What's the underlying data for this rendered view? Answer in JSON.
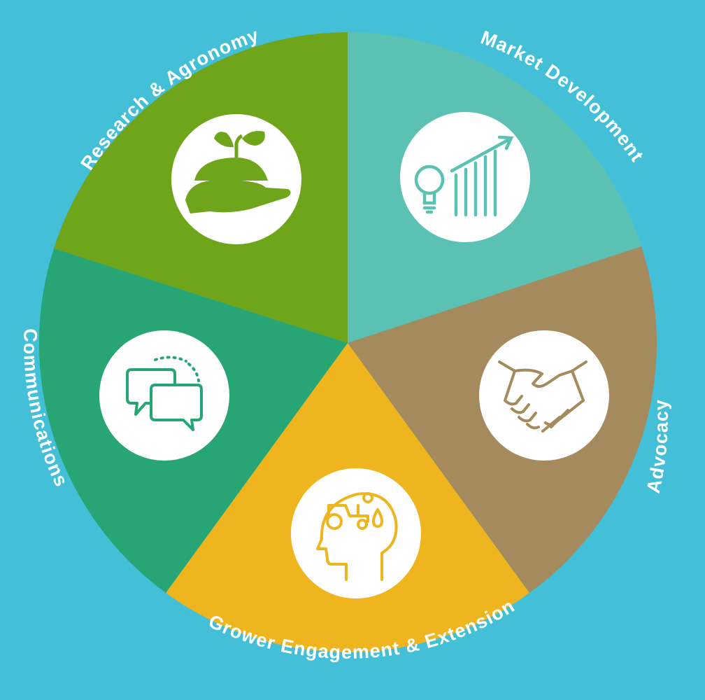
{
  "colors": {
    "background": "#43c0d8",
    "research_agronomy": "#6ea51b",
    "market_development": "#5bc1b3",
    "advocacy": "#a48a5c",
    "grower_engagement_extension": "#eeb51f",
    "communications": "#27a574",
    "icon_circle": "#ffffff"
  },
  "segments": [
    {
      "id": "research",
      "label": "Research & Agronomy",
      "color": "#6ea51b",
      "icon": "hand-holding-seedling-icon"
    },
    {
      "id": "market",
      "label": "Market Development",
      "color": "#5bc1b3",
      "icon": "lightbulb-growth-chart-icon"
    },
    {
      "id": "advocacy",
      "label": "Advocacy",
      "color": "#a48a5c",
      "icon": "handshake-icon"
    },
    {
      "id": "grower",
      "label": "Grower Engagement & Extension",
      "color": "#eeb51f",
      "icon": "head-tractor-thinking-icon"
    },
    {
      "id": "communications",
      "label": "Communications",
      "color": "#27a574",
      "icon": "chat-bubbles-icon"
    }
  ]
}
